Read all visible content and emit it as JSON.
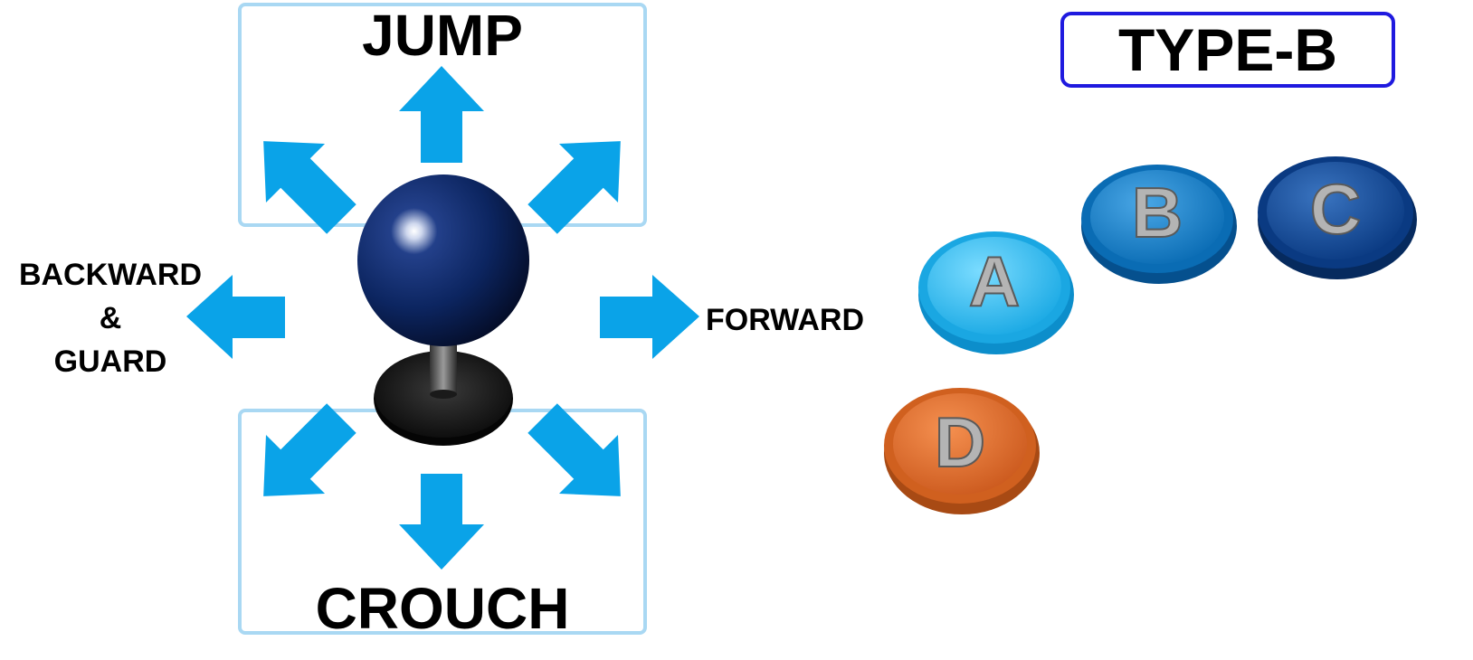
{
  "joystick": {
    "up_label": "JUMP",
    "down_label": "CROUCH",
    "back_label_lines": [
      "BACKWARD",
      "&",
      "GUARD"
    ],
    "forward_label": "FORWARD"
  },
  "layout_type": {
    "label": "TYPE-B",
    "border_color": "#1f1adf"
  },
  "buttons": [
    {
      "letter": "A",
      "color": "#18b8ee"
    },
    {
      "letter": "B",
      "color": "#0a78c4"
    },
    {
      "letter": "C",
      "color": "#0c4a98"
    },
    {
      "letter": "D",
      "color": "#e06a2a"
    }
  ],
  "colors": {
    "arrow": "#0aa3e8",
    "zone_border": "#a9d8f3",
    "stick_ball": "#0c2560",
    "stick_base": "#222222"
  },
  "icons": {
    "arrows": [
      "arrow-up-icon",
      "arrow-up-left-icon",
      "arrow-up-right-icon",
      "arrow-left-icon",
      "arrow-right-icon",
      "arrow-down-icon",
      "arrow-down-left-icon",
      "arrow-down-right-icon"
    ],
    "stick": "joystick-icon"
  }
}
